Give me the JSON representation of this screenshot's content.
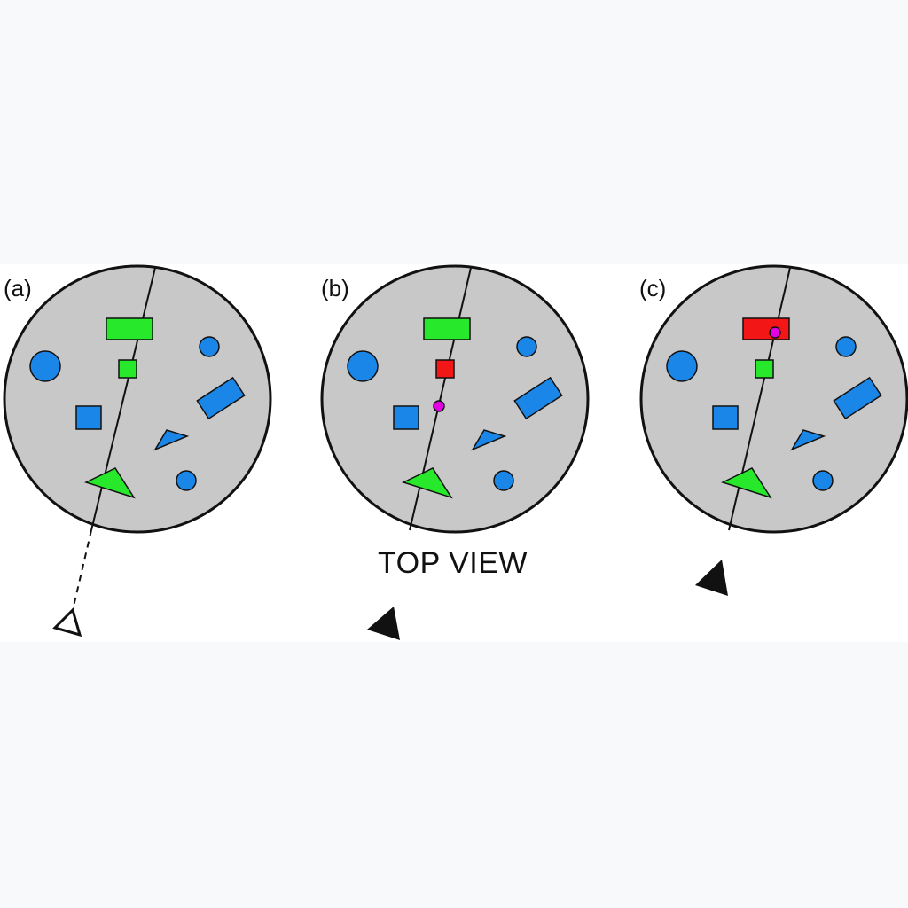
{
  "figure": {
    "caption": "TOP VIEW",
    "colors": {
      "tabletop": "#c8c8c8",
      "blue": "#1a86e8",
      "green": "#27e82a",
      "red": "#f21616",
      "magenta": "#e400e4",
      "outline": "#111111"
    },
    "panels": [
      {
        "label": "(a)",
        "red_object": "none",
        "gaze_point": "none",
        "viewer": "open-triangle-with-dashed-sightline"
      },
      {
        "label": "(b)",
        "red_object": "small-green-square",
        "gaze_point": "on-line-below-small-square",
        "viewer": "filled-triangle"
      },
      {
        "label": "(c)",
        "red_object": "green-rectangle",
        "gaze_point": "on-rectangle",
        "viewer": "filled-triangle"
      }
    ]
  }
}
